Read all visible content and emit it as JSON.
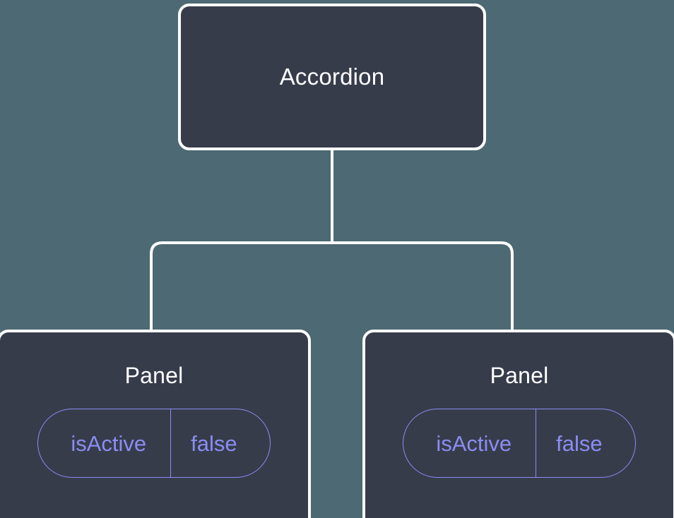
{
  "diagram": {
    "type": "component-tree",
    "background_color": "#4d6973",
    "node_fill_color": "#373c4b",
    "node_border_color": "#ffffff",
    "edge_color": "#ffffff",
    "accent_color": "#8a8df2",
    "nodes": [
      {
        "id": "accordion",
        "title": "Accordion",
        "state": null
      },
      {
        "id": "panel-0",
        "title": "Panel",
        "state": {
          "key": "isActive",
          "value": "false"
        }
      },
      {
        "id": "panel-1",
        "title": "Panel",
        "state": {
          "key": "isActive",
          "value": "false"
        }
      }
    ],
    "edges": [
      {
        "from": "accordion",
        "to": "panel-0"
      },
      {
        "from": "accordion",
        "to": "panel-1"
      }
    ]
  }
}
